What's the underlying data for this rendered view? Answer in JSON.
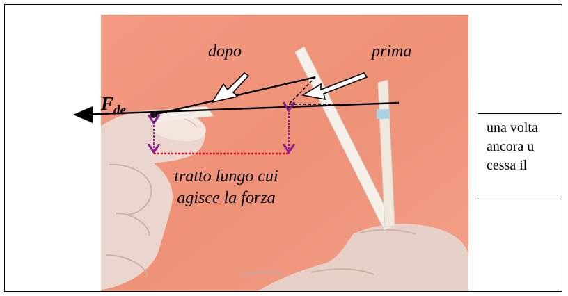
{
  "labels": {
    "after": "dopo",
    "before": "prima",
    "force_symbol": "F",
    "force_subscript": "de"
  },
  "caption": {
    "line1": "tratto lungo cui",
    "line2": "agisce la forza"
  },
  "note": {
    "line1": "una volta",
    "line2": "ancora u",
    "line3": "cessa il"
  },
  "colors": {
    "photo_background": "#f0977e",
    "skin": "#e8d2ca",
    "stick": "#f3efe8",
    "guide_lines": "#000000",
    "displacement": "#e0172a",
    "vertical_arrows": "#8b2393"
  }
}
